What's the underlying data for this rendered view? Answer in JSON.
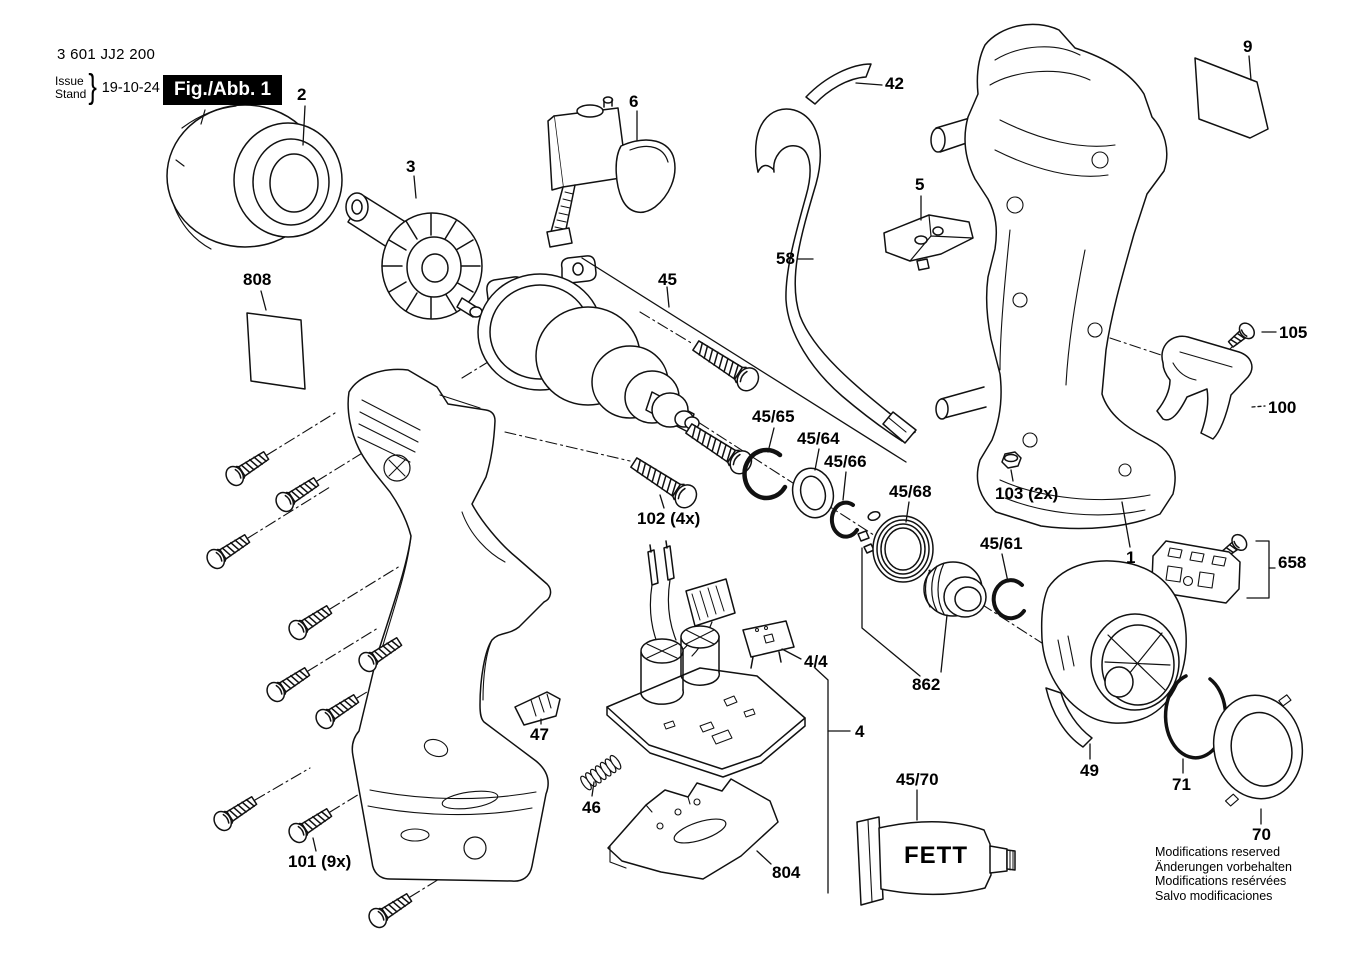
{
  "header": {
    "product_code": "3 601 JJ2 200",
    "issue_line1": "Issue",
    "issue_line2": "Stand",
    "issue_brace": "}",
    "issue_date": "19-10-24",
    "figure_label": "Fig./Abb. 1"
  },
  "figure": {
    "grease_text": "FETT"
  },
  "callouts": {
    "c2": "2",
    "c3": "3",
    "c808": "808",
    "c6": "6",
    "c42": "42",
    "c9": "9",
    "c5": "5",
    "c58": "58",
    "c45": "45",
    "c45_65": "45/65",
    "c45_64": "45/64",
    "c45_66": "45/66",
    "c45_68": "45/68",
    "c45_61": "45/61",
    "c102": "102 (4x)",
    "c103": "103 (2x)",
    "c1": "1",
    "c105": "105",
    "c100": "100",
    "c658": "658",
    "c4_4": "4/4",
    "c4": "4",
    "c862": "862",
    "c47": "47",
    "c46": "46",
    "c49": "49",
    "c71": "71",
    "c70": "70",
    "c804": "804",
    "c45_70": "45/70",
    "c101": "101 (9x)"
  },
  "footer": {
    "line1": "Modifications reserved",
    "line2": "Änderungen vorbehalten",
    "line3": "Modifications resérvées",
    "line4": "Salvo modificaciones"
  }
}
